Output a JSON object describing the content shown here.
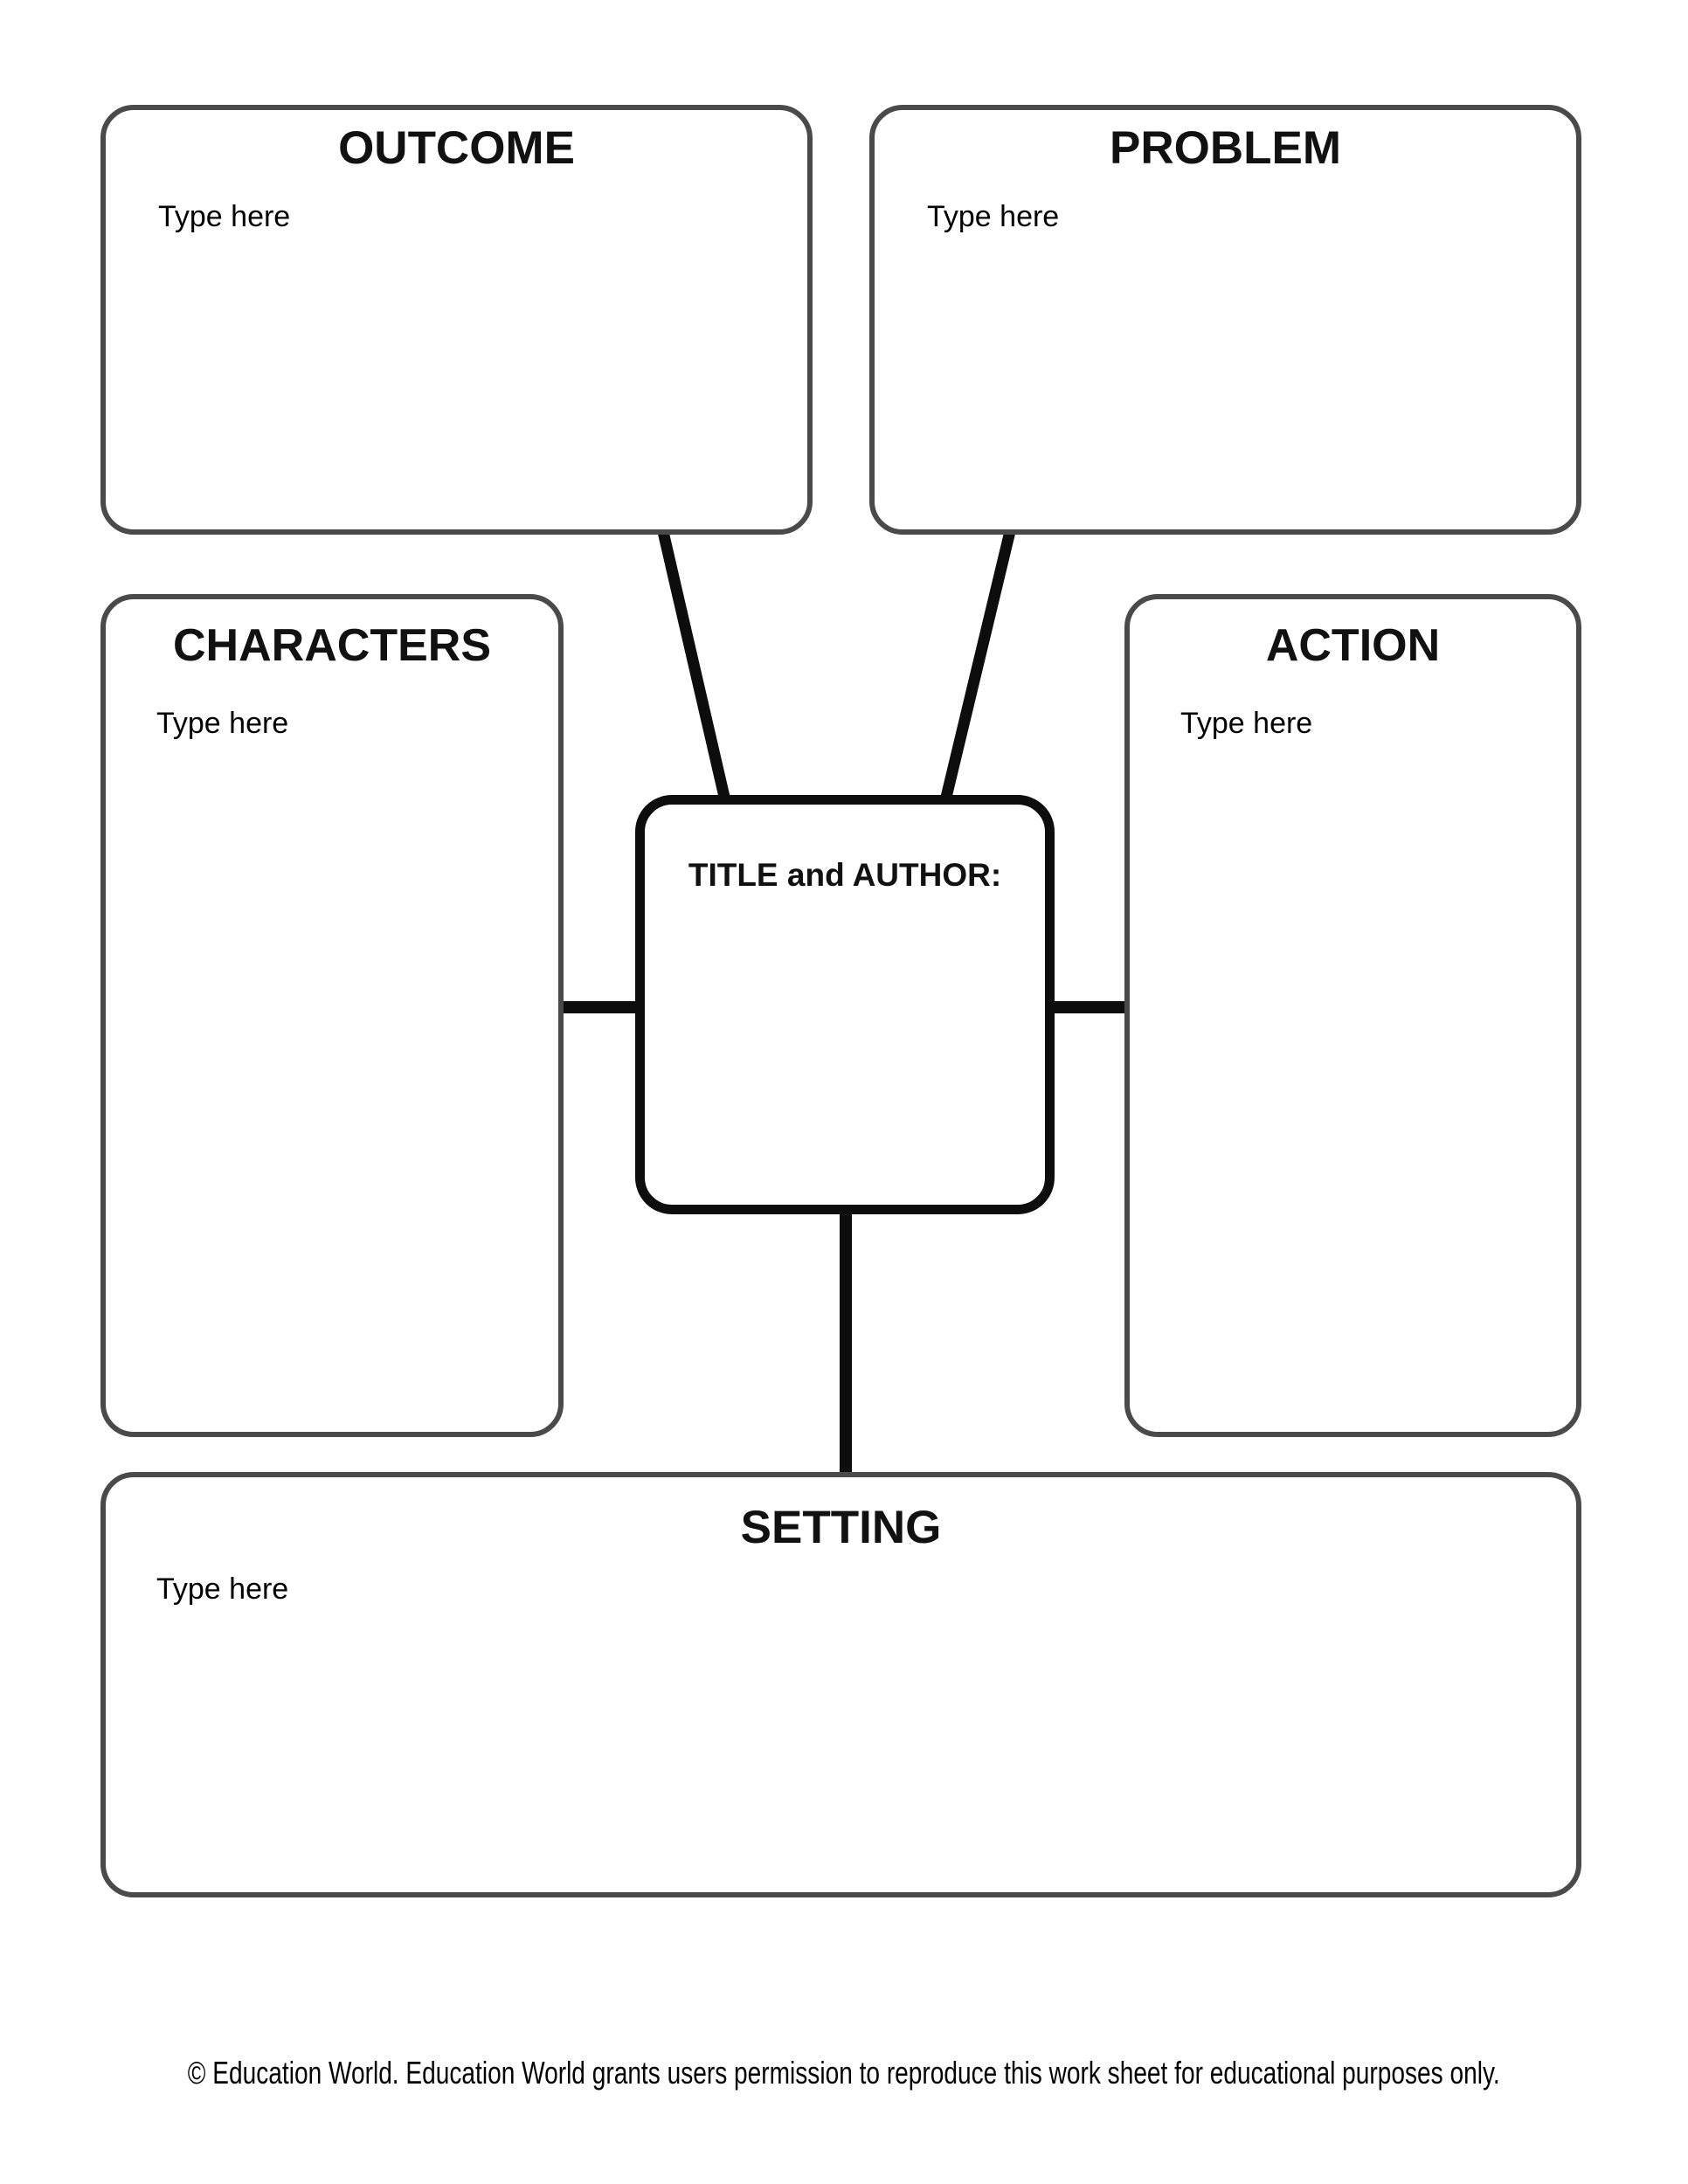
{
  "boxes": {
    "outcome": {
      "title": "OUTCOME",
      "placeholder": "Type here"
    },
    "problem": {
      "title": "PROBLEM",
      "placeholder": "Type here"
    },
    "characters": {
      "title": "CHARACTERS",
      "placeholder": "Type here"
    },
    "action": {
      "title": "ACTION",
      "placeholder": "Type here"
    },
    "center": {
      "title": "TITLE and AUTHOR:"
    },
    "setting": {
      "title": "SETTING",
      "placeholder": "Type here"
    }
  },
  "footer": {
    "text": "© Education World. Education World grants users permission to reproduce this work sheet for educational purposes only."
  },
  "colors": {
    "box-border": "#4a4a4a",
    "center-border": "#0d0d0d",
    "connector": "#0d0d0d",
    "ink": "#111111"
  }
}
